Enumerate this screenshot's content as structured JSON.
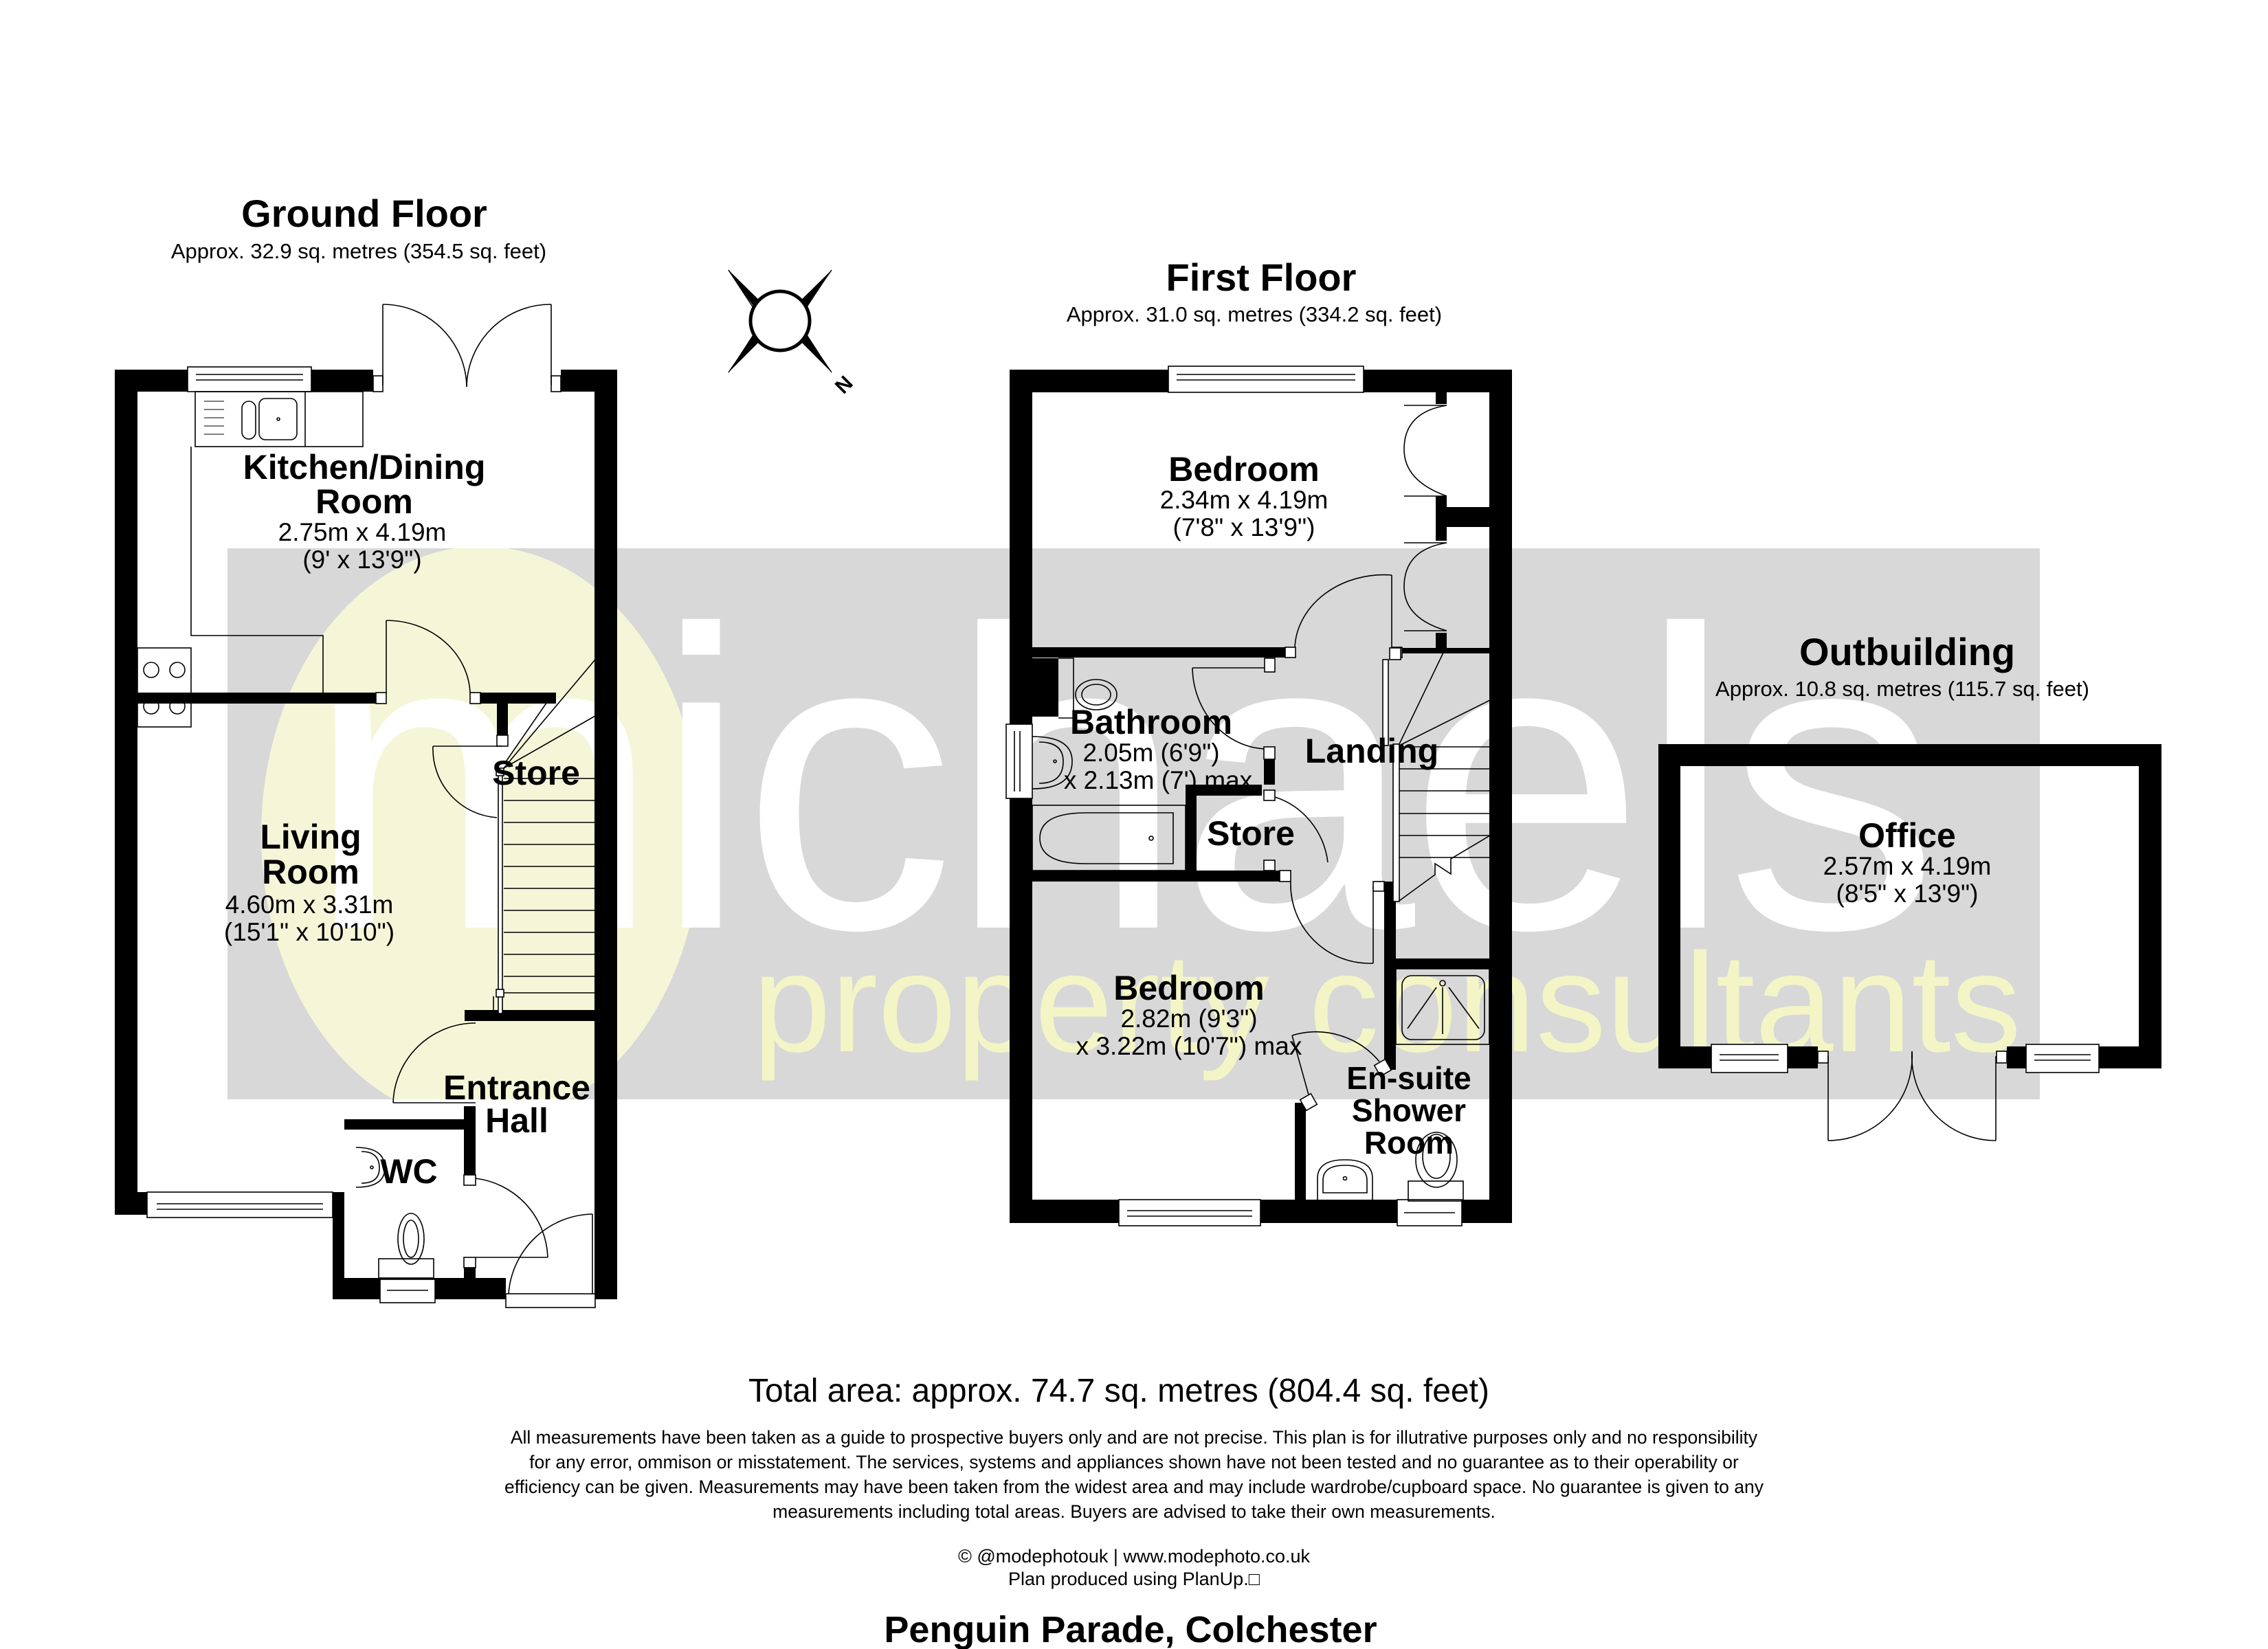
{
  "ground_floor": {
    "title": "Ground Floor",
    "area": "Approx. 32.9 sq. metres (354.5 sq. feet)",
    "rooms": [
      {
        "name_lines": [
          "Kitchen/Dining",
          "Room"
        ],
        "dim_lines": [
          "2.75m x 4.19m",
          "(9' x 13'9\")"
        ]
      },
      {
        "name_lines": [
          "Living",
          "Room"
        ],
        "dim_lines": [
          "4.60m x 3.31m",
          "(15'1\" x 10'10\")"
        ]
      },
      {
        "name_lines": [
          "Store"
        ],
        "dim_lines": []
      },
      {
        "name_lines": [
          "Entrance",
          "Hall"
        ],
        "dim_lines": []
      },
      {
        "name_lines": [
          "WC"
        ],
        "dim_lines": []
      }
    ]
  },
  "first_floor": {
    "title": "First Floor",
    "area": "Approx. 31.0 sq. metres (334.2 sq. feet)",
    "rooms": [
      {
        "name_lines": [
          "Bedroom"
        ],
        "dim_lines": [
          "2.34m x 4.19m",
          "(7'8\" x 13'9\")"
        ]
      },
      {
        "name_lines": [
          "Bathroom"
        ],
        "dim_lines": [
          "2.05m (6'9\")",
          "x 2.13m (7') max"
        ]
      },
      {
        "name_lines": [
          "Landing"
        ],
        "dim_lines": []
      },
      {
        "name_lines": [
          "Store"
        ],
        "dim_lines": []
      },
      {
        "name_lines": [
          "Bedroom"
        ],
        "dim_lines": [
          "2.82m (9'3\")",
          "x 3.22m (10'7\") max"
        ]
      },
      {
        "name_lines": [
          "En-suite",
          "Shower",
          "Room"
        ],
        "dim_lines": []
      }
    ]
  },
  "outbuilding": {
    "title": "Outbuilding",
    "area": "Approx. 10.8 sq. metres (115.7 sq. feet)",
    "rooms": [
      {
        "name_lines": [
          "Office"
        ],
        "dim_lines": [
          "2.57m x 4.19m",
          "(8'5\" x 13'9\")"
        ]
      }
    ]
  },
  "compass": {
    "icon": "compass-rose-icon",
    "north_label": "N"
  },
  "watermark": {
    "brand": "michaels",
    "tagline": "property consultants",
    "colors": {
      "panel": "#d8d8d8",
      "circle": "#f5f6d8",
      "tagline": "#f3f5c6"
    }
  },
  "footer": {
    "total_area": "Total area: approx. 74.7 sq. metres (804.4 sq. feet)",
    "disclaimer_lines": [
      "All measurements have been taken as a guide to prospective buyers only and are not precise. This plan is for illutrative purposes only and no responsibility",
      "for any error, ommison or misstatement. The services, systems and appliances shown have not been tested and no guarantee as to their operability or",
      "efficiency can be given. Measurements may have been taken from the widest area and may include wardrobe/cupboard space. No guarantee is given to any",
      "measurements including total areas. Buyers are advised to take their own measurements."
    ],
    "credit_line": "© @modephotouk | www.modephoto.co.uk",
    "produced_line": "Plan produced using PlanUp.□",
    "address": "Penguin Parade, Colchester"
  }
}
